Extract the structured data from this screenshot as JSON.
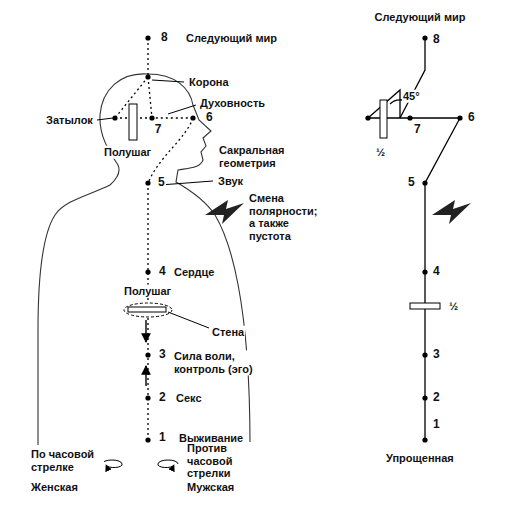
{
  "diagram": {
    "labels": [
      "8",
      "Следующий мир",
      "Корона",
      "Затылок",
      "Духовность",
      "7",
      "6",
      "Полушаг",
      "Сакральная геометрия",
      "5",
      "Звук",
      "Смена полярности; а также пустота",
      "4",
      "Сердце",
      "Полушаг",
      "Стена",
      "3",
      "Сила воли, контроль (эго)",
      "2",
      "Секс",
      "1",
      "Выживание",
      "По часовой стрелке",
      "Женская",
      "Против часовой стрелки",
      "Мужская",
      "Следующий мир",
      "8",
      "45°",
      "7",
      "6",
      "½",
      "5",
      "4",
      "½",
      "3",
      "2",
      "1",
      "Упрощенная"
    ]
  }
}
